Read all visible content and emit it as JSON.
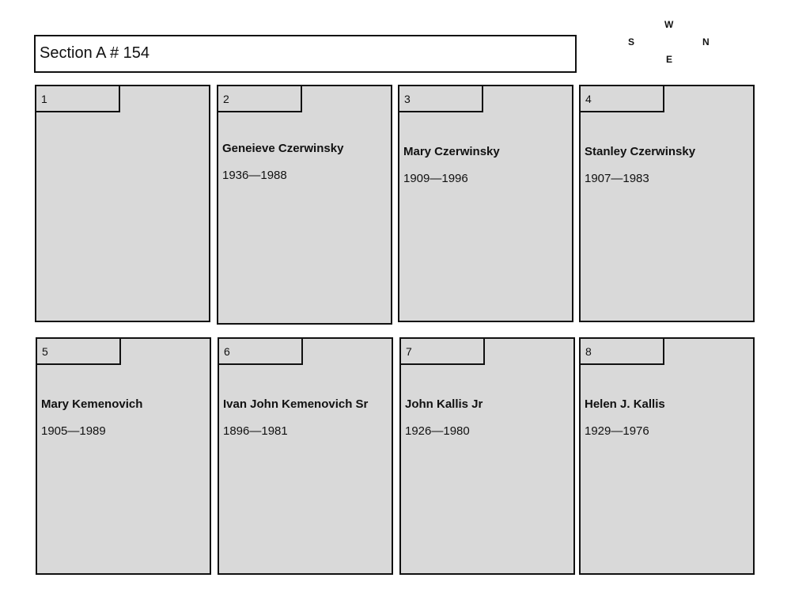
{
  "header": {
    "title": "Section A # 154"
  },
  "compass": {
    "top": "W",
    "left": "S",
    "right": "N",
    "bottom": "E"
  },
  "plots": [
    {
      "number": "1",
      "name": "",
      "dates": ""
    },
    {
      "number": "2",
      "name": "Geneieve Czerwinsky",
      "dates": "1936—1988"
    },
    {
      "number": "3",
      "name": "Mary Czerwinsky",
      "dates": "1909—1996"
    },
    {
      "number": "4",
      "name": "Stanley Czerwinsky",
      "dates": "1907—1983"
    },
    {
      "number": "5",
      "name": "Mary Kemenovich",
      "dates": "1905—1989"
    },
    {
      "number": "6",
      "name": "Ivan John Kemenovich Sr",
      "dates": "1896—1981"
    },
    {
      "number": "7",
      "name": "John Kallis Jr",
      "dates": "1926—1980"
    },
    {
      "number": "8",
      "name": "Helen J. Kallis",
      "dates": "1929—1976"
    }
  ]
}
